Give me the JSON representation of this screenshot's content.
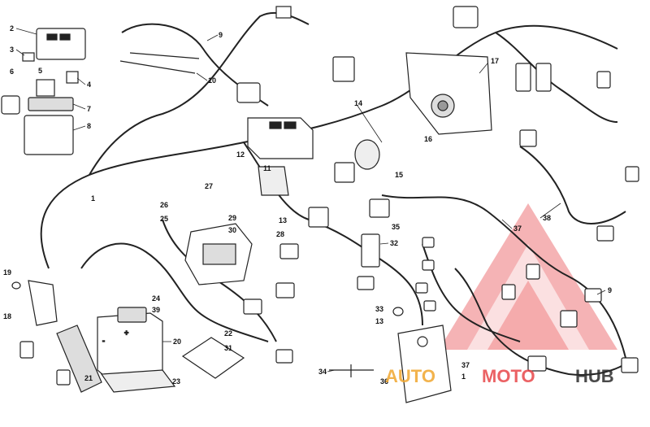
{
  "diagram": {
    "callouts": [
      "1",
      "2",
      "3",
      "4",
      "5",
      "6",
      "7",
      "8",
      "9",
      "10",
      "11",
      "12",
      "13",
      "14",
      "15",
      "16",
      "17",
      "18",
      "19",
      "20",
      "21",
      "22",
      "23",
      "24",
      "25",
      "26",
      "27",
      "28",
      "29",
      "30",
      "31",
      "32",
      "33",
      "34",
      "35",
      "36",
      "37",
      "38",
      "39"
    ],
    "extra_callouts": [
      "9",
      "13",
      "37",
      "1"
    ],
    "battery_terminals": {
      "negative": "-",
      "positive": "+"
    }
  },
  "watermark": {
    "text_part1": "AUTO",
    "text_part2": "MOTO",
    "text_part3": "HUB",
    "color_red": "#e8474a",
    "color_gold": "#f0a62e",
    "color_dark": "#2b2b2b"
  }
}
